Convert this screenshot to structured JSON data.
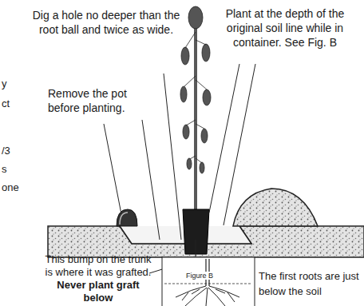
{
  "diagram": {
    "nodes": [
      {
        "text": [
          "Figure B"
        ]
      }
    ],
    "labels": [
      "Dig a hole no deeper than the root ball and twice as wide.",
      "Plant at the depth of the original soil line while in container. See Fig. B",
      "Remove the pot before planting.",
      "y",
      "ct",
      "/3",
      "s",
      "one",
      "This bump on the trunk is where it was grafted.",
      "Never plant graft below",
      "The first roots are just below the soil"
    ]
  }
}
